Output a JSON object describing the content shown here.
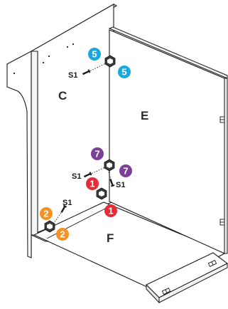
{
  "panels": {
    "c": "C",
    "e": "E",
    "f": "F"
  },
  "screw_label": "S1",
  "steps": {
    "orange": "2",
    "red": "1",
    "purple": "7",
    "blue": "5"
  },
  "colors": {
    "orange": "#f39223",
    "red": "#e52b38",
    "purple": "#7b3f97",
    "blue": "#1aa6de",
    "outline": "#1a1a1a",
    "panel_fill": "#ffffff"
  }
}
